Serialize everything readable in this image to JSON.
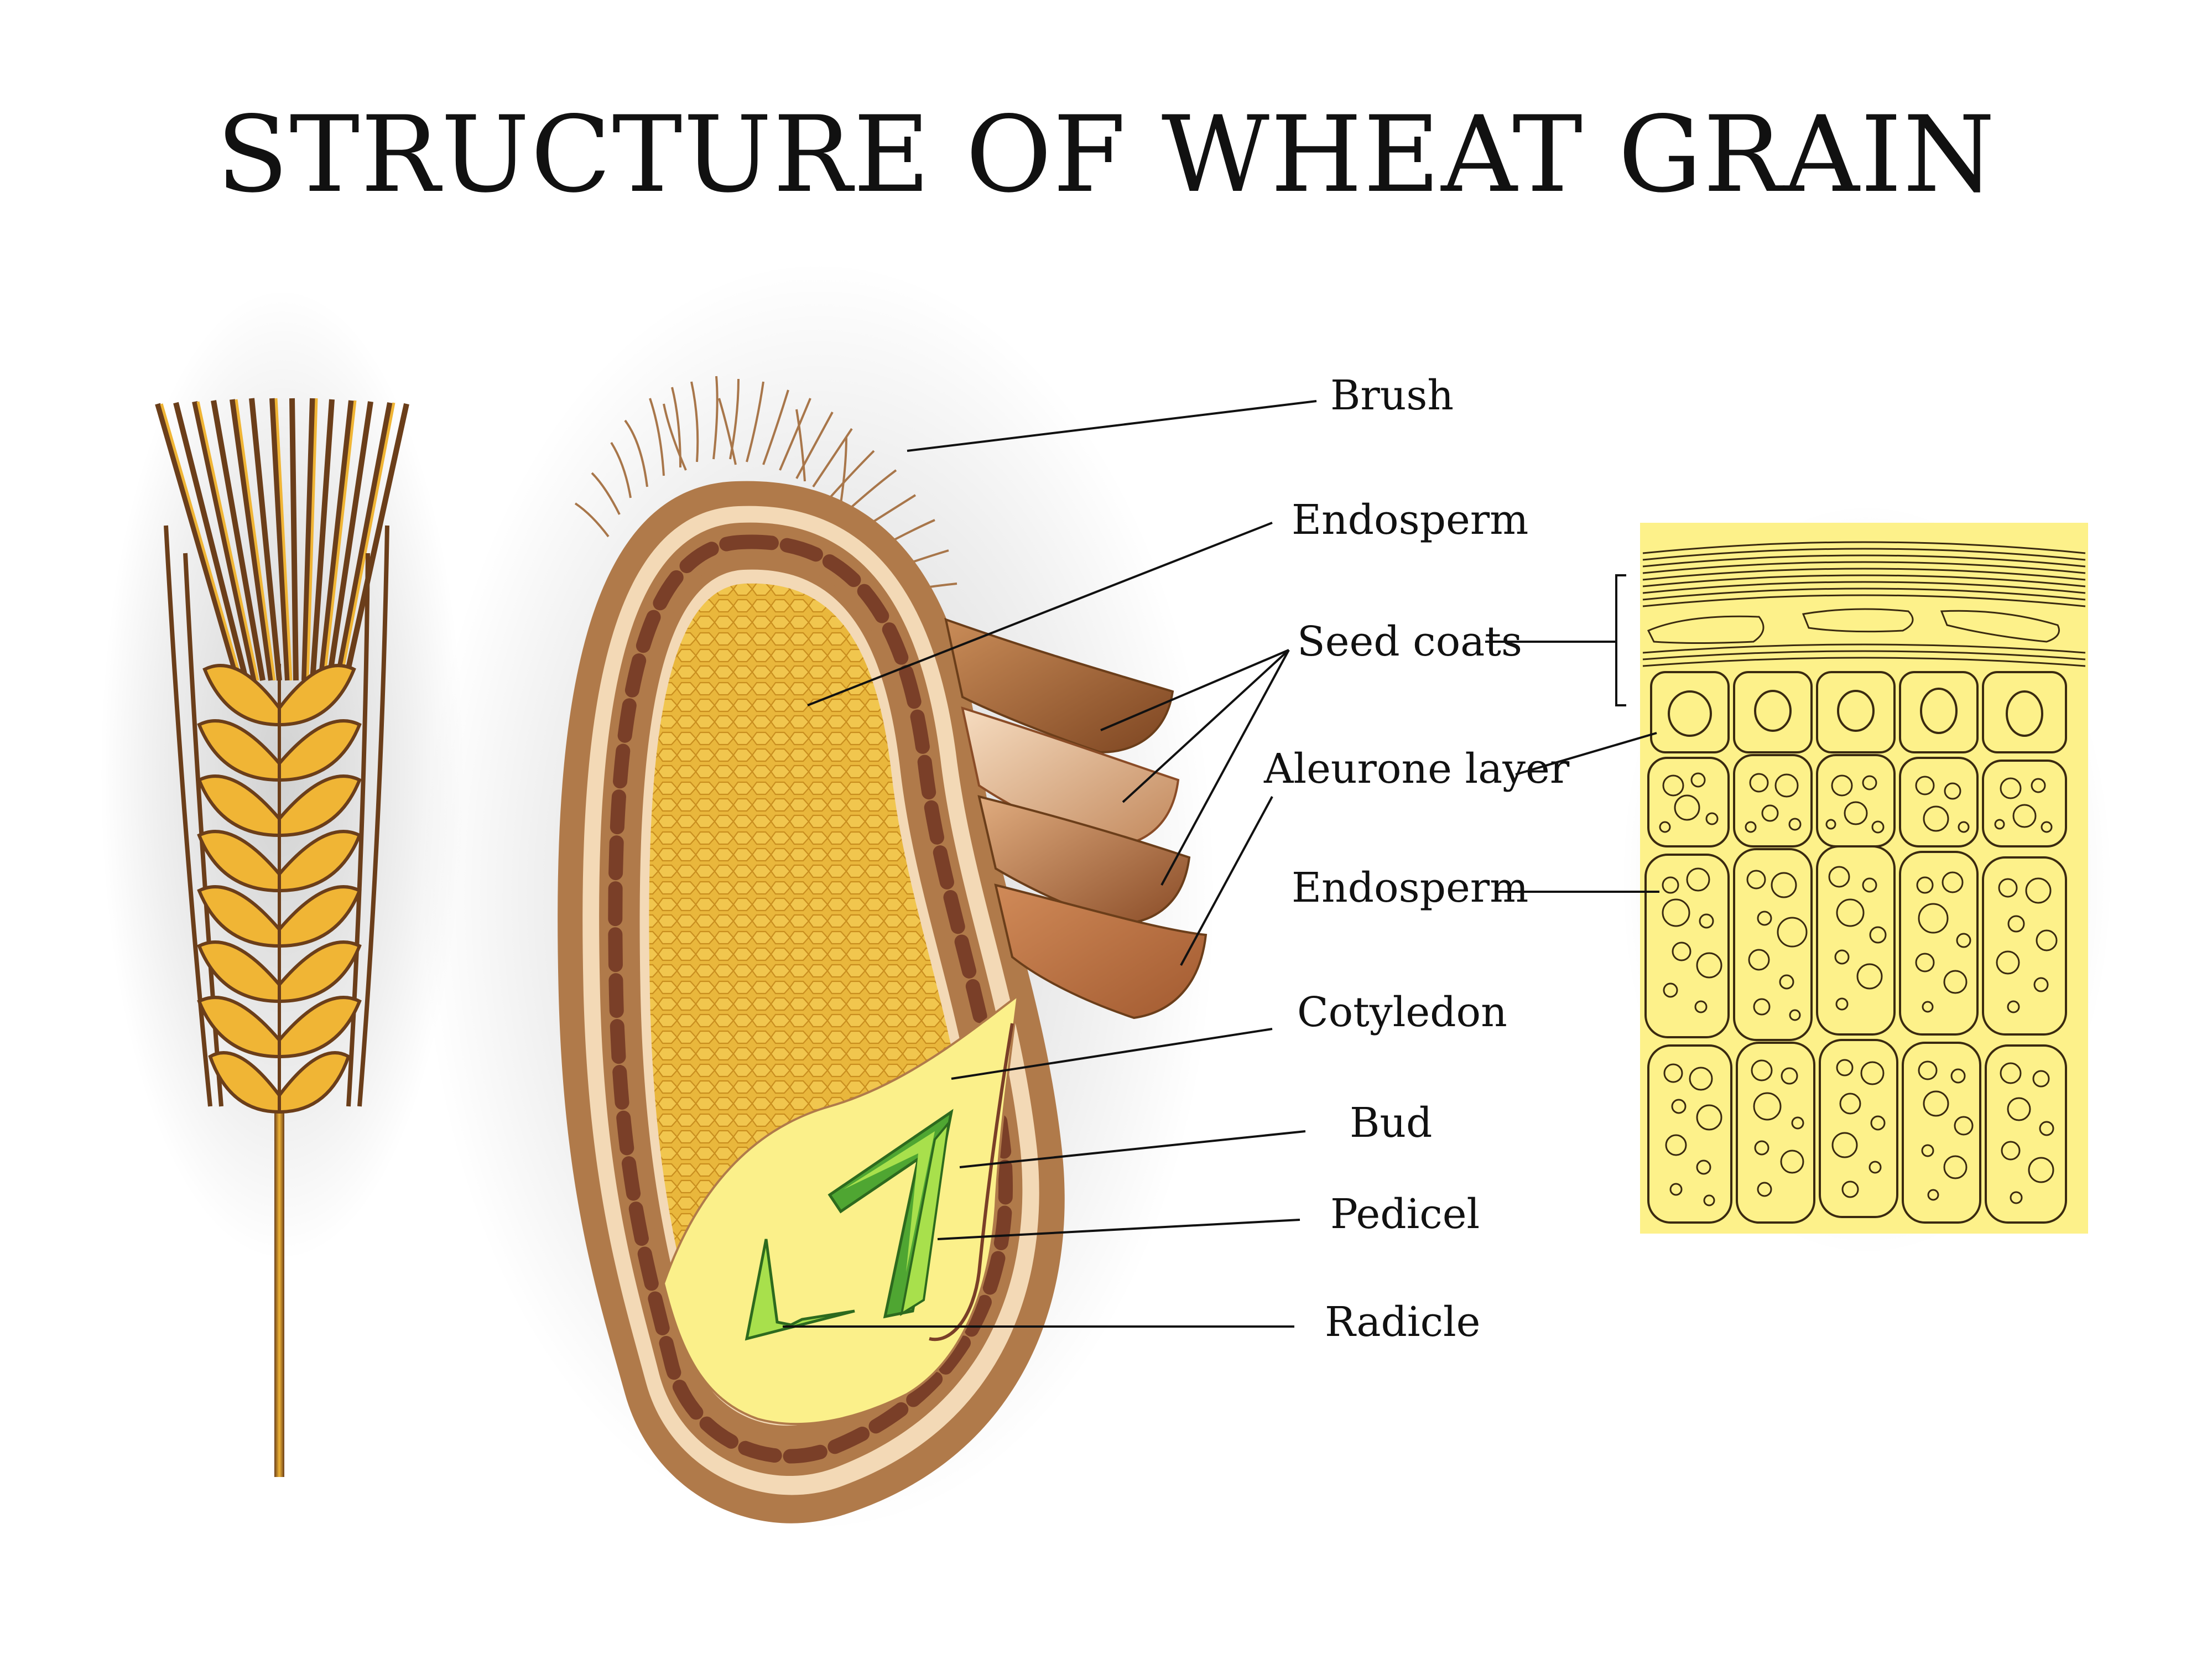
{
  "title": "STRUCTURE OF WHEAT GRAIN",
  "labels": {
    "brush": "Brush",
    "endosperm_top": "Endosperm",
    "seed_coats": "Seed coats",
    "aleurone_layer": "Aleurone layer",
    "endosperm_cells": "Endosperm",
    "cotyledon": "Cotyledon",
    "bud": "Bud",
    "pedicel": "Pedicel",
    "radicle": "Radicle"
  },
  "colors": {
    "husk_outer": "#b07a4a",
    "husk_light": "#f3d9b6",
    "husk_dots": "#7a3f28",
    "endosperm_fill": "#e9b73c",
    "embryo_fill": "#fbf08a",
    "embryo_green": "#4fa632",
    "embryo_light_green": "#a8e04c",
    "cell_panel": "#fdf18a",
    "wheat_gold": "#f0b535",
    "wheat_dark": "#6b3e1a"
  }
}
